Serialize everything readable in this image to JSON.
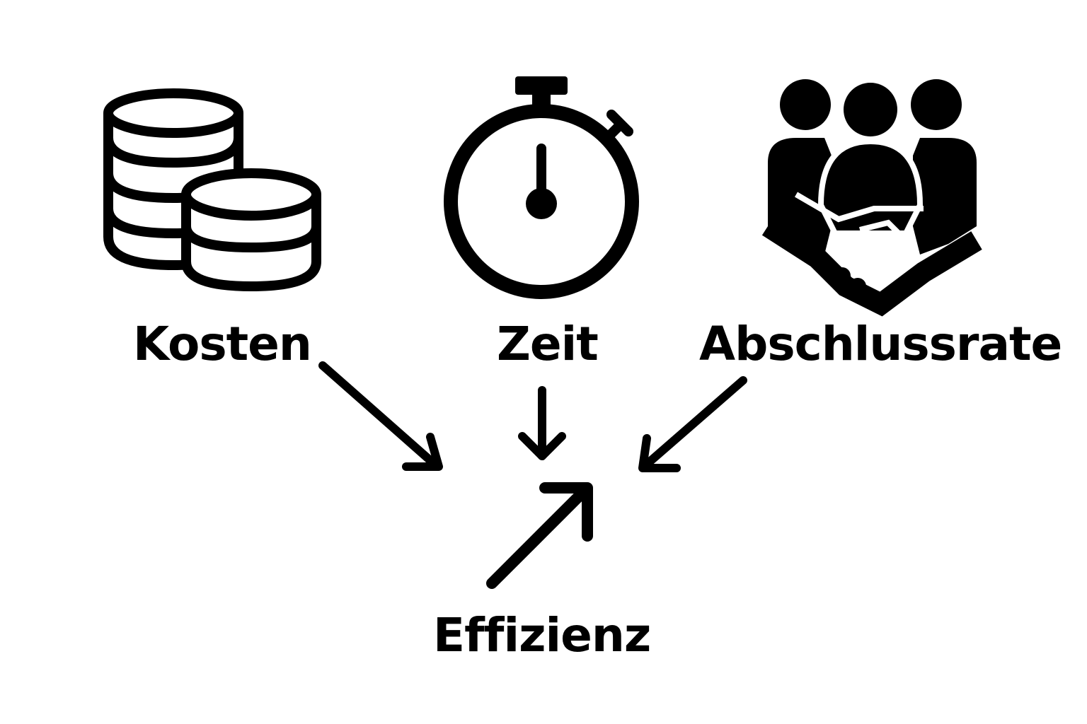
{
  "labels": {
    "costs": "Kosten",
    "time": "Zeit",
    "close_rate": "Abschlussrate",
    "efficiency": "Effizienz"
  },
  "icons": [
    "coins-icon",
    "stopwatch-icon",
    "team-handshake-icon"
  ],
  "colors": {
    "ink": "#000000",
    "background": "#ffffff"
  }
}
